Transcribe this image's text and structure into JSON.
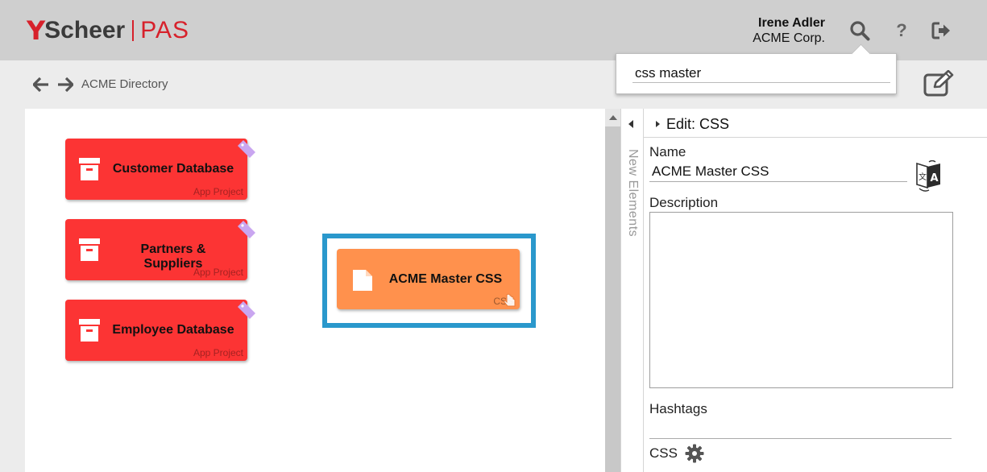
{
  "header": {
    "logo": {
      "mark": "Y",
      "brand": "Scheer",
      "product": "PAS"
    },
    "user": {
      "name": "Irene Adler",
      "organization": "ACME Corp."
    },
    "icons": [
      "search-icon",
      "help-icon",
      "logout-icon"
    ],
    "help_glyph": "?"
  },
  "search": {
    "value": "css master"
  },
  "nav": {
    "breadcrumb": "ACME Directory"
  },
  "canvas": {
    "cards": [
      {
        "title": "Customer Database",
        "subtitle": "App Project"
      },
      {
        "title": "Partners & Suppliers",
        "subtitle": "App Project"
      },
      {
        "title": "Employee Database",
        "subtitle": "App Project"
      }
    ],
    "selected_card": {
      "title": "ACME Master CSS",
      "subtitle": "CSS"
    }
  },
  "side_tab": {
    "label": "New Elements"
  },
  "panel": {
    "title": "Edit: CSS",
    "name_label": "Name",
    "name_value": "ACME Master CSS",
    "description_label": "Description",
    "description_value": "",
    "hashtags_label": "Hashtags",
    "hashtags_value": "",
    "css_label": "CSS"
  },
  "colors": {
    "brand_red": "#d7212b",
    "app_card": "#fc3434",
    "css_card": "#ff914d",
    "selection": "#2a98cc",
    "tag": "#c9a6f0"
  }
}
